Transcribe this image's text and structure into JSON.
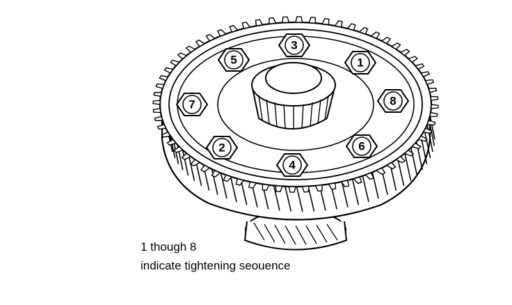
{
  "caption": {
    "line1": "1 though 8",
    "line2": "indicate tightening seouence"
  },
  "bolts": [
    {
      "label": "1"
    },
    {
      "label": "2"
    },
    {
      "label": "3"
    },
    {
      "label": "4"
    },
    {
      "label": "5"
    },
    {
      "label": "6"
    },
    {
      "label": "7"
    },
    {
      "label": "8"
    }
  ],
  "colors": {
    "line": "#000000",
    "background": "#ffffff"
  },
  "icons": {
    "bolt": "hex-bolt-icon",
    "gear": "ring-gear-icon"
  }
}
